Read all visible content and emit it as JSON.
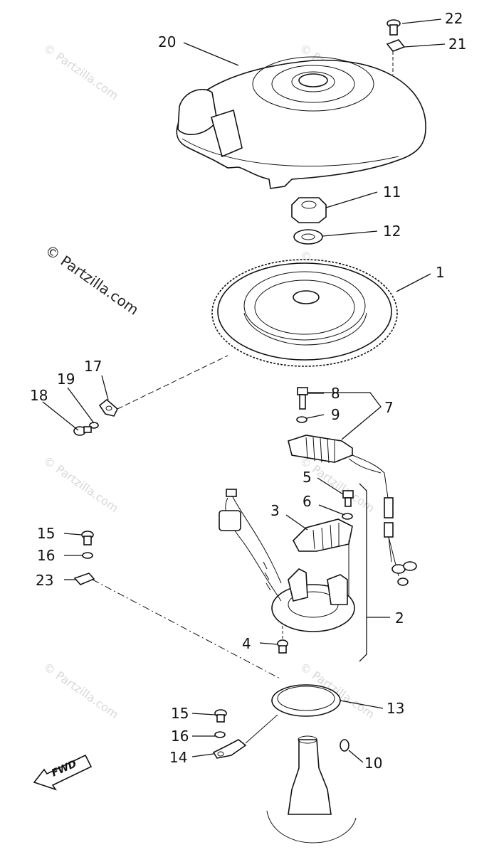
{
  "watermark_main": "© Partzilla.com",
  "watermark_repeat": "© Partzilla.com",
  "fwd_label": "FWD",
  "callouts": {
    "p1": "1",
    "p2": "2",
    "p3": "3",
    "p4": "4",
    "p5": "5",
    "p6": "6",
    "p7": "7",
    "p8": "8",
    "p9": "9",
    "p10": "10",
    "p11": "11",
    "p12": "12",
    "p13": "13",
    "p14": "14",
    "p15a": "15",
    "p15b": "15",
    "p16a": "16",
    "p16b": "16",
    "p17": "17",
    "p18": "18",
    "p19": "19",
    "p20": "20",
    "p21": "21",
    "p22": "22",
    "p23": "23"
  }
}
